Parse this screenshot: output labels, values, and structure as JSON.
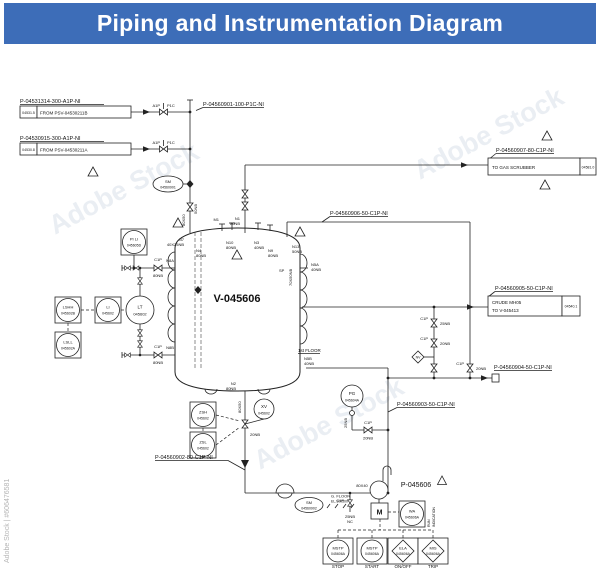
{
  "header": {
    "title": "Piping and Instrumentation Diagram"
  },
  "watermark": {
    "brand": "Adobe Stock",
    "credit": "Adobe Stock | #606476581"
  },
  "equipment": {
    "vessel": "V-045606",
    "pump": "P-045606"
  },
  "pipes": {
    "inlet1": {
      "label": "P-04531314-300-A1P-NI",
      "ref": "04531.5",
      "from": "FROM PSV-04530211B"
    },
    "inlet2": {
      "label": "P-04530915-300-A1P-NI",
      "ref": "04530.8",
      "from": "FROM PSV-04530211A"
    },
    "feed": {
      "label": "P-04560901-100-P1C-NI"
    },
    "gas": {
      "label": "P-04560907-80-C1P-NI",
      "to": "TO GAS SCRUBBER",
      "ref": "04581.0"
    },
    "vent": {
      "label": "P-04560906-50-C1P-NI"
    },
    "crude": {
      "label": "P-04560905-50-C1P-NI",
      "to1": "CRUDE MH05",
      "to2": "TO V-045413",
      "ref": "04540.1"
    },
    "drainA": {
      "label": "P-04560904-50-C1P-NI"
    },
    "drainB": {
      "label": "P-04560903-50-C1P-NI"
    },
    "bottom": {
      "label": "P-04560902-80-C1P-NI"
    }
  },
  "specs": {
    "a1p": "A1P",
    "p1c": "P1C",
    "c1p": "C1P"
  },
  "sizes": {
    "nb80": "80NB",
    "nb50": "50NB",
    "nb40": "40NB",
    "nb25": "25NB",
    "nb20": "20NB",
    "r8050": "80X50",
    "r4025": "40X25NB",
    "r7050": "70X50NB",
    "r8040": "80X40",
    "nc": "NC"
  },
  "nozzles": {
    "n1": "N1",
    "n2": "N2",
    "n3": "N3",
    "n4": "N4",
    "n5a": "N5A",
    "n5b": "N5B",
    "n7": "N7",
    "n8a": "N8A",
    "n8b": "N8B",
    "n9": "N9",
    "n10": "N10",
    "n13": "N13",
    "m1": "M1",
    "sp": "SP"
  },
  "notes": {
    "floor1": "1st FLOOR",
    "gfloor": "G. FLOOR",
    "elev": "EL.100500",
    "run1": "RUN",
    "run2": "INDICATION"
  },
  "instruments": {
    "sm1": {
      "f": "SM",
      "t": "04560901"
    },
    "pili": {
      "f": "PI LI",
      "t": "045605D"
    },
    "lshh": {
      "f": "LSHH",
      "t": "045602B"
    },
    "li": {
      "f": "LI",
      "t": "045602"
    },
    "lt": {
      "f": "LT",
      "t": "045602"
    },
    "lsll": {
      "f": "LSLL",
      "t": "045602A"
    },
    "pg": {
      "f": "PG",
      "t": "045604A"
    },
    "xv": {
      "f": "XV",
      "t": "045602"
    },
    "zsh": {
      "f": "ZSH",
      "t": "045602"
    },
    "zsl": {
      "f": "ZSL",
      "t": "045602"
    },
    "sm2": {
      "f": "SM",
      "t": "04560902"
    },
    "wa": {
      "f": "WA",
      "t": "045606A"
    },
    "motor": "M",
    "nv": "NV",
    "stop": {
      "f": "MSTP",
      "t": "045606A",
      "s": "STOP"
    },
    "start": {
      "f": "MSTP",
      "t": "045606A",
      "s": "START"
    },
    "onoff": {
      "f": "ELA",
      "t": "045606A",
      "s": "ON/OFF"
    },
    "trip": {
      "f": "MIS",
      "t": "045606A",
      "s": "TRIP"
    }
  }
}
